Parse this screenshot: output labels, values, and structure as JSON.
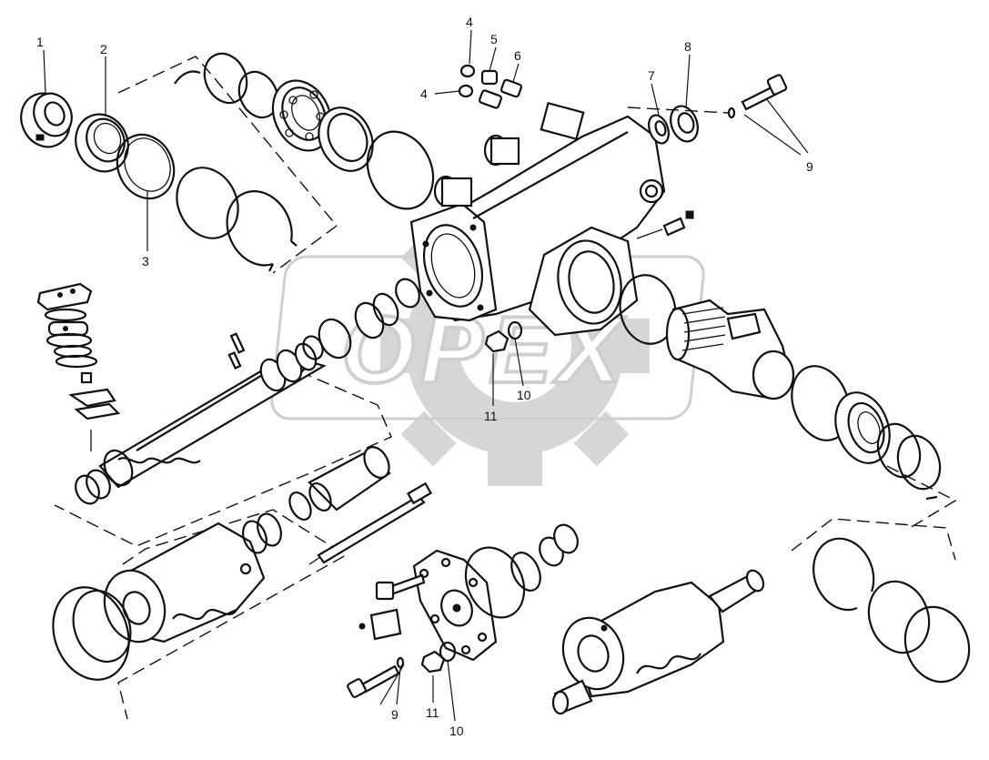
{
  "watermark": {
    "text": "OPEX"
  },
  "callouts": {
    "c1": "1",
    "c2": "2",
    "c3": "3",
    "c4a": "4",
    "c4b": "4",
    "c5": "5",
    "c6": "6",
    "c7": "7",
    "c8": "8",
    "c9a": "9",
    "c9b": "9",
    "c10a": "10",
    "c10b": "10",
    "c11a": "11",
    "c11b": "11"
  }
}
